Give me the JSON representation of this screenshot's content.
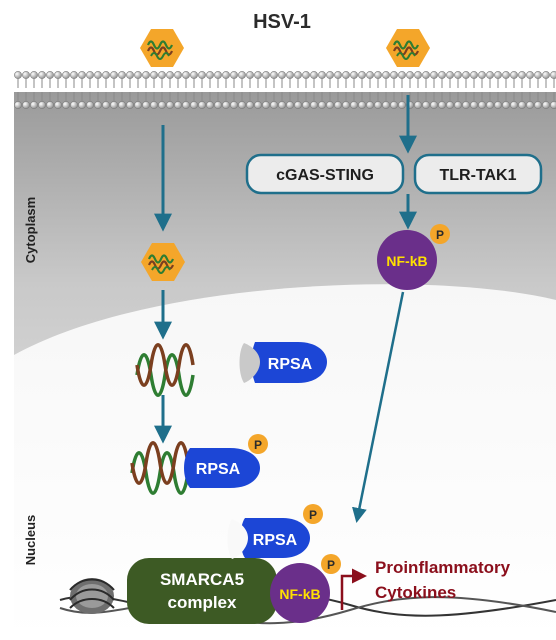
{
  "title": "HSV-1",
  "regions": {
    "cytoplasm": "Cytoplasm",
    "nucleus": "Nucleus"
  },
  "pathways": {
    "left_box": "cGAS-STING",
    "right_box": "TLR-TAK1"
  },
  "molecules": {
    "nfkb": "NF-kB",
    "rpsa": "RPSA",
    "phospho": "P",
    "smarca5_line1": "SMARCA5",
    "smarca5_line2": "complex"
  },
  "output": {
    "line1": "Proinflammatory",
    "line2": "Cytokines"
  },
  "colors": {
    "arrow": "#1f6f8b",
    "virus_capsid": "#f4a62a",
    "nfkb": "#6a2f8a",
    "nfkb_label": "#ffe000",
    "rpsa": "#1c46d6",
    "phospho": "#f4a62a",
    "smarca5": "#3d5a24",
    "output_text": "#8b0f1c",
    "box_border": "#1f6f8b"
  },
  "icons": [
    "virus-icon",
    "viral-dna-icon",
    "nucleosome-icon",
    "dna-helix-icon",
    "membrane-icon"
  ]
}
